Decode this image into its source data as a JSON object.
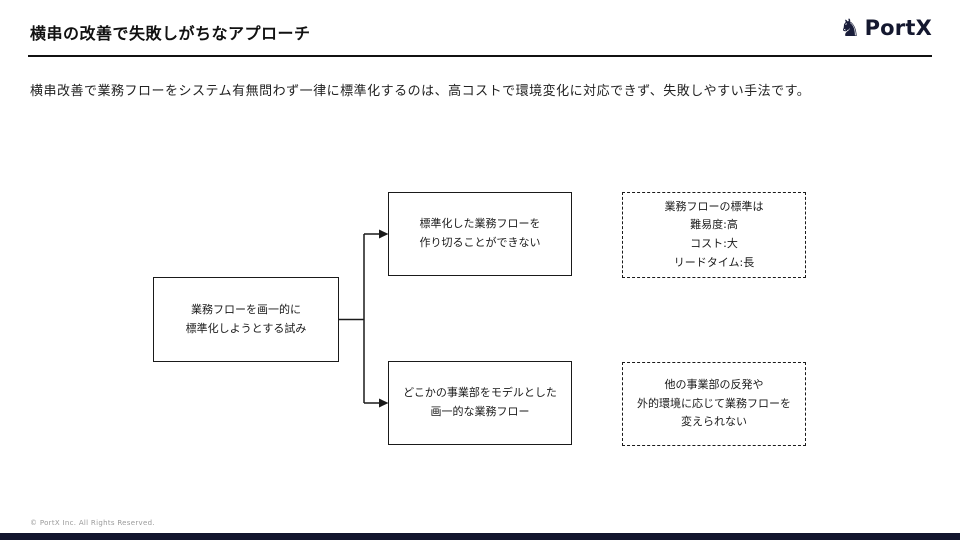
{
  "header": {
    "title": "横串の改善で失敗しがちなアプローチ",
    "logo_text": "PortX"
  },
  "lead": {
    "text": "横串改善で業務フローをシステム有無問わず一律に標準化するのは、高コストで環境変化に対応できず、失敗しやすい手法です。"
  },
  "diagram": {
    "root_box": {
      "lines": [
        "業務フローを画一的に",
        "標準化しようとする試み"
      ]
    },
    "mid_top_box": {
      "lines": [
        "標準化した業務フローを",
        "作り切ることができない"
      ]
    },
    "mid_bottom_box": {
      "lines": [
        "どこかの事業部をモデルとした",
        "画一的な業務フロー"
      ]
    },
    "right_top_box": {
      "lines": [
        "業務フローの標準は",
        "難易度:高",
        "コスト:大",
        "リードタイム:長"
      ]
    },
    "right_bottom_box": {
      "lines": [
        "他の事業部の反発や",
        "外的環境に応じて業務フローを",
        "変えられない"
      ]
    }
  },
  "footer": {
    "copyright": "© PortX Inc. All Rights Reserved."
  },
  "colors": {
    "text": "#1a1a1a",
    "logo": "#14182f",
    "bottom_bar": "#12152e"
  }
}
